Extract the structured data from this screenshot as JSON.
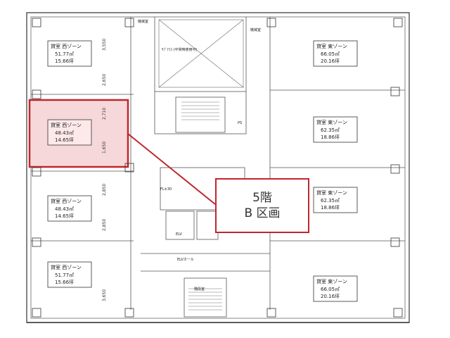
{
  "units": [
    {
      "title": "貸室 西ゾーン",
      "area_m2": "51.77㎡",
      "area_tsubo": "15.66坪"
    },
    {
      "title": "貸室 西ゾーン",
      "area_m2": "48.43㎡",
      "area_tsubo": "14.65坪"
    },
    {
      "title": "貸室 西ゾーン",
      "area_m2": "48.43㎡",
      "area_tsubo": "14.65坪"
    },
    {
      "title": "貸室 西ゾーン",
      "area_m2": "51.77㎡",
      "area_tsubo": "15.66坪"
    },
    {
      "title": "貸室 東ゾーン",
      "area_m2": "66.05㎡",
      "area_tsubo": "20.16坪"
    },
    {
      "title": "貸室 東ゾーン",
      "area_m2": "62.35㎡",
      "area_tsubo": "18.86坪"
    },
    {
      "title": "貸室 東ゾーン",
      "area_m2": "62.35㎡",
      "area_tsubo": "18.86坪"
    },
    {
      "title": "貸室 東ゾーン",
      "area_m2": "66.05㎡",
      "area_tsubo": "20.16坪"
    }
  ],
  "rooms": {
    "machine_room_1": "機械室",
    "machine_room_2": "機械室",
    "terrace": "ｻﾌﾞﾃﾗｽ (平常時使用可)",
    "elv_hall": "ELVホール",
    "stairs": "階段室",
    "ps": "PS",
    "fl": "FL±30",
    "elv": "ELV"
  },
  "dimensions": [
    "3,550",
    "2,650",
    "2,710",
    "1,650",
    "2,850",
    "2,850",
    "3,650"
  ],
  "callout": {
    "floor": "5階",
    "section": "B 区画",
    "color": "#c0262c"
  },
  "highlight_color": "#f6d8da"
}
